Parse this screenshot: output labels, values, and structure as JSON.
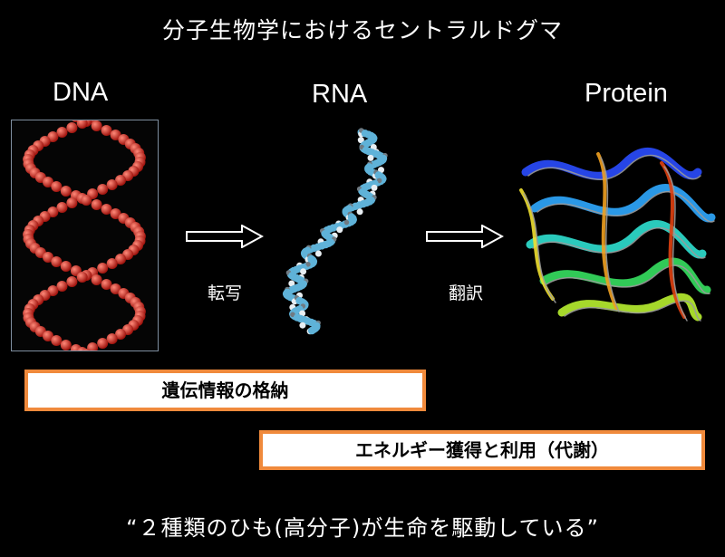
{
  "title": "分子生物学におけるセントラルドグマ",
  "stages": {
    "dna": "DNA",
    "rna": "RNA",
    "protein": "Protein"
  },
  "processes": {
    "transcription": "転写",
    "translation": "翻訳"
  },
  "boxes": {
    "storage": "遺伝情報の格納",
    "energy": "エネルギー獲得と利用（代謝）"
  },
  "quote": "“２種類のひも(高分子)が生命を駆動している”"
}
